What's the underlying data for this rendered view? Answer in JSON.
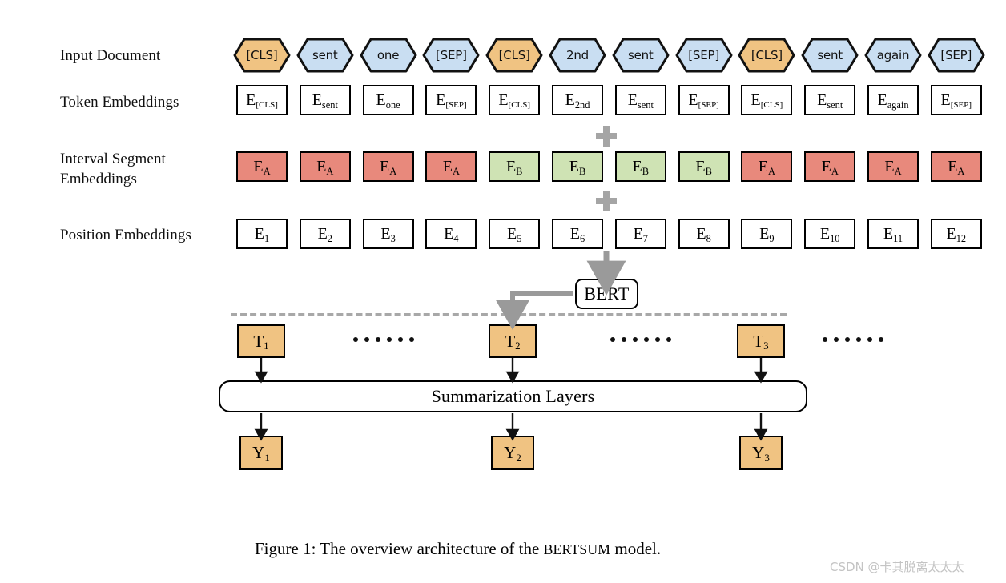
{
  "figure": {
    "caption_prefix": "Figure 1: The overview architecture of the ",
    "caption_model": "BERTSUM",
    "caption_suffix": " model."
  },
  "watermark": {
    "text": "CSDN @卡其脱离太太太"
  },
  "row_labels": {
    "input_document": "Input Document",
    "token_embeddings": "Token Embeddings",
    "interval_segment_embeddings": "Interval Segment\nEmbeddings",
    "position_embeddings": "Position Embeddings"
  },
  "colors": {
    "hex_cls_fill": "#f0c382",
    "hex_token_fill": "#c9def2",
    "segment_a_fill": "#e8897c",
    "segment_b_fill": "#cfe3b4",
    "t_box_fill": "#f0c382",
    "y_box_fill": "#f0c382",
    "plus_gray": "#a5a5a5",
    "arrow_gray": "#9a9a9a",
    "dashed_gray": "#a8a8a8",
    "stroke_black": "#000000",
    "watermark_gray": "#c4c4c4"
  },
  "tokens": [
    {
      "text": "[CLS]",
      "type": "cls"
    },
    {
      "text": "sent",
      "type": "word"
    },
    {
      "text": "one",
      "type": "word"
    },
    {
      "text": "[SEP]",
      "type": "sep"
    },
    {
      "text": "[CLS]",
      "type": "cls"
    },
    {
      "text": "2nd",
      "type": "word"
    },
    {
      "text": "sent",
      "type": "word"
    },
    {
      "text": "[SEP]",
      "type": "sep"
    },
    {
      "text": "[CLS]",
      "type": "cls"
    },
    {
      "text": "sent",
      "type": "word"
    },
    {
      "text": "again",
      "type": "word"
    },
    {
      "text": "[SEP]",
      "type": "sep"
    }
  ],
  "token_embeddings": [
    {
      "base": "E",
      "sub": "[CLS]",
      "smallcaps": true
    },
    {
      "base": "E",
      "sub": "sent",
      "smallcaps": false
    },
    {
      "base": "E",
      "sub": "one",
      "smallcaps": false
    },
    {
      "base": "E",
      "sub": "[SEP]",
      "smallcaps": true
    },
    {
      "base": "E",
      "sub": "[CLS]",
      "smallcaps": true
    },
    {
      "base": "E",
      "sub": "2nd",
      "smallcaps": false
    },
    {
      "base": "E",
      "sub": "sent",
      "smallcaps": false
    },
    {
      "base": "E",
      "sub": "[SEP]",
      "smallcaps": true
    },
    {
      "base": "E",
      "sub": "[CLS]",
      "smallcaps": true
    },
    {
      "base": "E",
      "sub": "sent",
      "smallcaps": false
    },
    {
      "base": "E",
      "sub": "again",
      "smallcaps": false
    },
    {
      "base": "E",
      "sub": "[SEP]",
      "smallcaps": true
    }
  ],
  "segment_embeddings": [
    {
      "base": "E",
      "sub": "A",
      "segment": "A"
    },
    {
      "base": "E",
      "sub": "A",
      "segment": "A"
    },
    {
      "base": "E",
      "sub": "A",
      "segment": "A"
    },
    {
      "base": "E",
      "sub": "A",
      "segment": "A"
    },
    {
      "base": "E",
      "sub": "B",
      "segment": "B"
    },
    {
      "base": "E",
      "sub": "B",
      "segment": "B"
    },
    {
      "base": "E",
      "sub": "B",
      "segment": "B"
    },
    {
      "base": "E",
      "sub": "B",
      "segment": "B"
    },
    {
      "base": "E",
      "sub": "A",
      "segment": "A"
    },
    {
      "base": "E",
      "sub": "A",
      "segment": "A"
    },
    {
      "base": "E",
      "sub": "A",
      "segment": "A"
    },
    {
      "base": "E",
      "sub": "A",
      "segment": "A"
    }
  ],
  "position_embeddings": [
    {
      "base": "E",
      "sub": "1"
    },
    {
      "base": "E",
      "sub": "2"
    },
    {
      "base": "E",
      "sub": "3"
    },
    {
      "base": "E",
      "sub": "4"
    },
    {
      "base": "E",
      "sub": "5"
    },
    {
      "base": "E",
      "sub": "6"
    },
    {
      "base": "E",
      "sub": "7"
    },
    {
      "base": "E",
      "sub": "8"
    },
    {
      "base": "E",
      "sub": "9"
    },
    {
      "base": "E",
      "sub": "10"
    },
    {
      "base": "E",
      "sub": "11"
    },
    {
      "base": "E",
      "sub": "12"
    }
  ],
  "bert": {
    "label": "BERT"
  },
  "summarization": {
    "label": "Summarization Layers"
  },
  "t_boxes": [
    {
      "base": "T",
      "sub": "1"
    },
    {
      "base": "T",
      "sub": "2"
    },
    {
      "base": "T",
      "sub": "3"
    }
  ],
  "y_boxes": [
    {
      "base": "Y",
      "sub": "1"
    },
    {
      "base": "Y",
      "sub": "2"
    },
    {
      "base": "Y",
      "sub": "3"
    }
  ],
  "ellipsis_groups": [
    {
      "dots": 6
    },
    {
      "dots": 6
    },
    {
      "dots": 6
    }
  ]
}
